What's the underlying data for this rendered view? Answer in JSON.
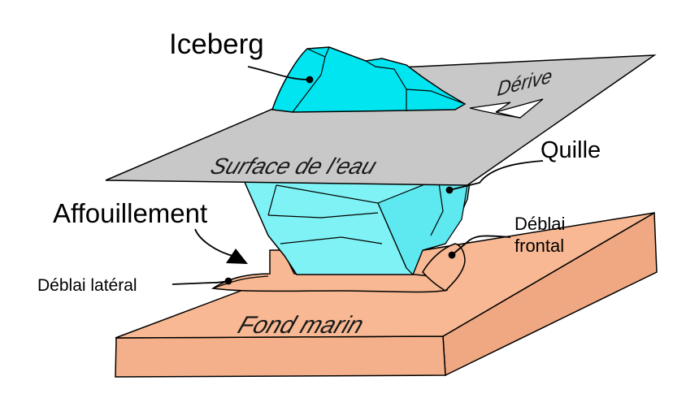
{
  "labels": {
    "iceberg": "Iceberg",
    "derive": "Dérive",
    "surface": "Surface de l'eau",
    "quille": "Quille",
    "affouillement": "Affouillement",
    "deblai_frontal_line1": "Déblai",
    "deblai_frontal_line2": "frontal",
    "deblai_lateral": "Déblai latéral",
    "fond_marin": "Fond marin"
  },
  "colors": {
    "ice_top": "#00e5f0",
    "ice_keel": "#7ff2f6",
    "ice_keel_shade": "#5ee8ef",
    "water_surface": "#c8c8c8",
    "seabed_top": "#f7b893",
    "seabed_side": "#f2ad86",
    "outline": "#000000"
  }
}
